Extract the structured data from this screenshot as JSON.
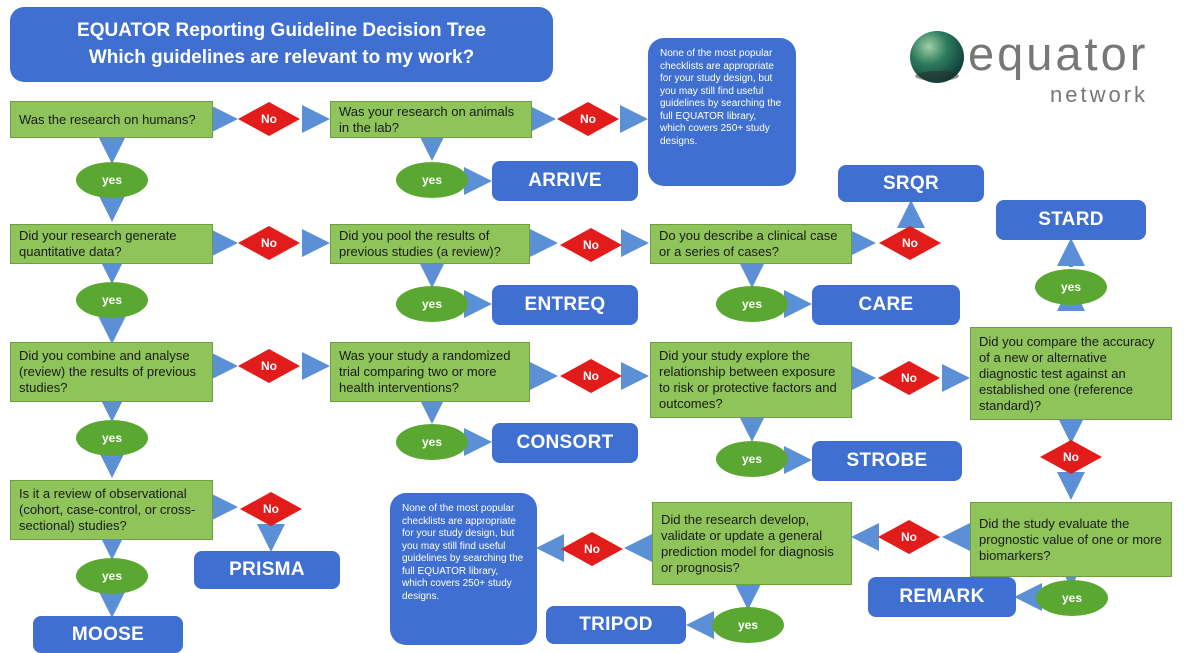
{
  "title": {
    "line1": "EQUATOR Reporting Guideline Decision Tree",
    "line2": "Which guidelines are relevant to my work?"
  },
  "logo": {
    "word": "equator",
    "sub": "network"
  },
  "questions": {
    "humans": "Was the research on humans?",
    "animals": "Was your research on animals in the lab?",
    "quantitative": "Did your research generate quantitative data?",
    "pool": "Did you pool the results of previous studies (a review)?",
    "case": "Do you describe a clinical case or a series of cases?",
    "combine": "Did you combine and analyse (review) the results of previous studies?",
    "randomized": "Was your study a randomized trial comparing two or more health interventions?",
    "explore": "Did your study explore the relationship between exposure to risk or protective factors and outcomes?",
    "accuracy": "Did you compare the accuracy of a new or alternative diagnostic test against an established one (reference standard)?",
    "observational": "Is it a review of observational (cohort, case-control, or cross-sectional) studies?",
    "prediction": "Did the research develop, validate or update a general prediction model for diagnosis or prognosis?",
    "prognostic": "Did the study evaluate the prognostic value of one or more biomarkers?"
  },
  "results": {
    "arrive": "ARRIVE",
    "srqr": "SRQR",
    "stard": "STARD",
    "entreq": "ENTREQ",
    "care": "CARE",
    "consort": "CONSORT",
    "strobe": "STROBE",
    "prisma": "PRISMA",
    "moose": "MOOSE",
    "tripod": "TRIPOD",
    "remark": "REMARK"
  },
  "notes": {
    "top": "None of the most popular checklists are appropriate for your study design, but you may still find useful guidelines by searching the full EQUATOR library, which covers 250+ study designs.",
    "bottom": "None of the most popular checklists are appropriate for your study design, but you may still find useful guidelines by searching the full EQUATOR library, which covers 250+ study designs."
  },
  "labels": {
    "yes": "yes",
    "no": "No"
  },
  "colors": {
    "question_fill": "#8fc45b",
    "result_fill": "#3f6fd0",
    "no_diamond": "#e21b1b",
    "yes_ellipse": "#5aa832",
    "arrow": "#5b8fd6"
  }
}
